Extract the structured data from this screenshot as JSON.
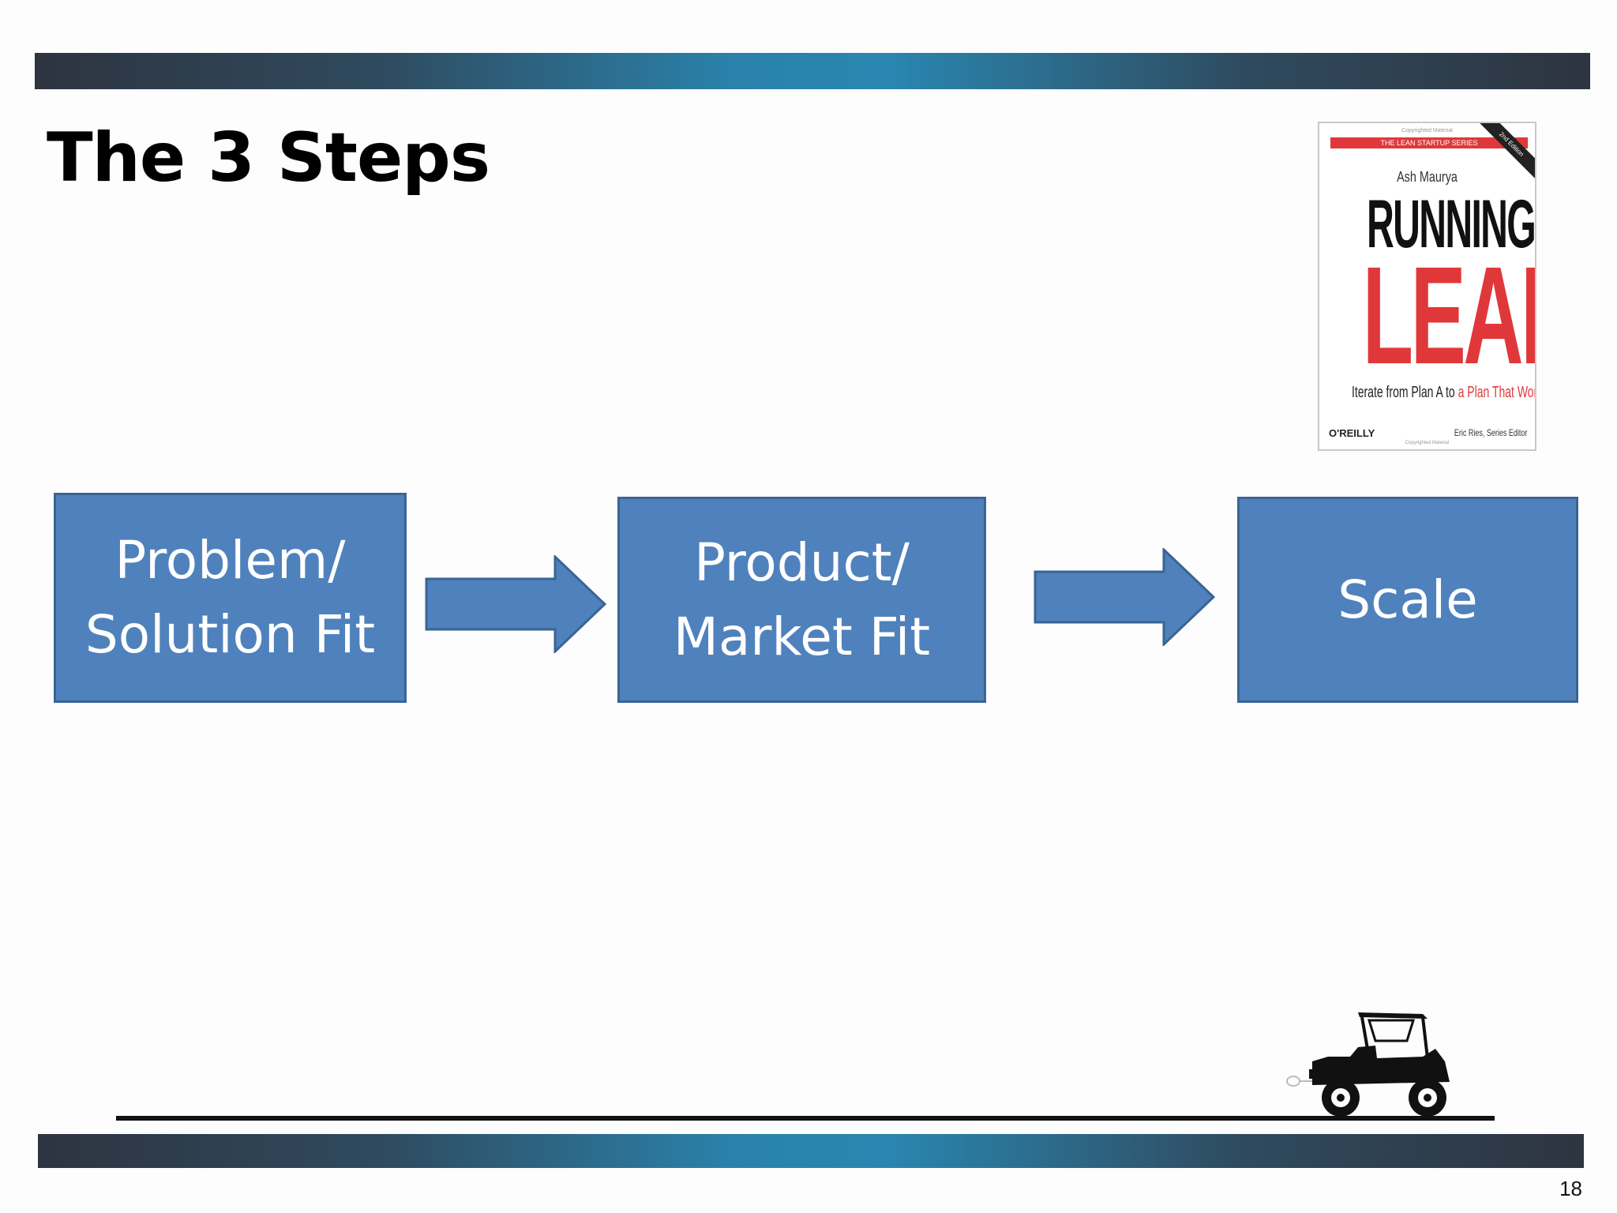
{
  "slide": {
    "title": "The 3 Steps",
    "page_number": "18"
  },
  "book": {
    "top_fine_print": "Copyrighted Material",
    "series": "THE LEAN STARTUP SERIES",
    "edition": "2nd Edition",
    "author": "Ash Maurya",
    "title_line1": "RUNNING",
    "title_line2": "LEAN",
    "subtitle_part1": "Iterate from Plan A to ",
    "subtitle_part2": "a Plan That Works",
    "publisher": "O'REILLY",
    "editor": "Eric Ries, Series Editor",
    "bottom_fine_print": "Copyrighted Material"
  },
  "steps": [
    {
      "line1": "Problem/",
      "line2": "Solution Fit"
    },
    {
      "line1": "Product/",
      "line2": "Market Fit"
    },
    {
      "line1": "Scale"
    }
  ],
  "colors": {
    "step_fill": "#4f81bd",
    "step_border": "#3a6494",
    "band_accent": "#2a86b0",
    "book_red": "#e0383a"
  },
  "icons": [
    "right-arrow-icon",
    "car-icon"
  ]
}
